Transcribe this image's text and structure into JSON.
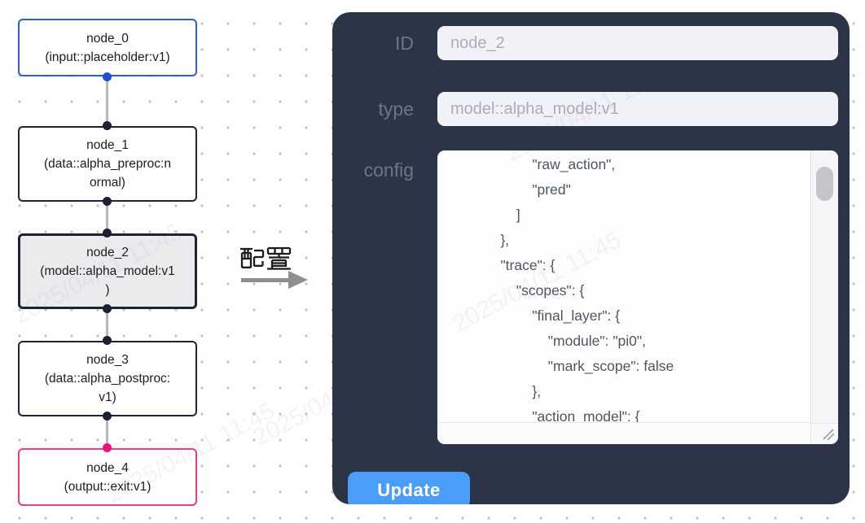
{
  "canvas": {
    "nodes": [
      {
        "id": "node_0",
        "type_label": "(input::placeholder:v1)",
        "lines": [
          "node_0",
          "(input::placeholder:v1)",
          ""
        ],
        "border_color": "#2e5ec6",
        "handle_color": "#1d52d8",
        "selected": false
      },
      {
        "id": "node_1",
        "type_label": "(data::alpha_preproc:normal)",
        "lines": [
          "node_1",
          "(data::alpha_preproc:n",
          "ormal)"
        ],
        "border_color": "#1d2433",
        "handle_color": "#1b2133",
        "selected": false
      },
      {
        "id": "node_2",
        "type_label": "(model::alpha_model:v1)",
        "lines": [
          "node_2",
          "(model::alpha_model:v1",
          ")"
        ],
        "border_color": "#1d2433",
        "handle_color": "#1b2133",
        "selected": true
      },
      {
        "id": "node_3",
        "type_label": "(data::alpha_postproc:v1)",
        "lines": [
          "node_3",
          "(data::alpha_postproc:",
          "v1)"
        ],
        "border_color": "#1d2433",
        "handle_color": "#1b2133",
        "selected": false
      },
      {
        "id": "node_4",
        "type_label": "(output::exit:v1)",
        "lines": [
          "node_4",
          "(output::exit:v1)",
          ""
        ],
        "border_color": "#ee3b85",
        "handle_color": "#f20f80",
        "selected": false
      }
    ]
  },
  "annotation": {
    "label": "配置"
  },
  "panel": {
    "background": "#2c3547",
    "accent": "#4a9df8",
    "fields": [
      {
        "label": "ID",
        "value": "node_2"
      },
      {
        "label": "type",
        "value": "model::alpha_model:v1"
      }
    ],
    "config": {
      "label": "config",
      "text": "            \"raw_action\",\n            \"pred\"\n        ]\n    },\n    \"trace\": {\n        \"scopes\": {\n            \"final_layer\": {\n                \"module\": \"pi0\",\n                \"mark_scope\": false\n            },\n            \"action_model\": {"
    },
    "update_button": {
      "label": "Update"
    }
  },
  "watermark": {
    "text": "2025/04/11 11:45"
  }
}
